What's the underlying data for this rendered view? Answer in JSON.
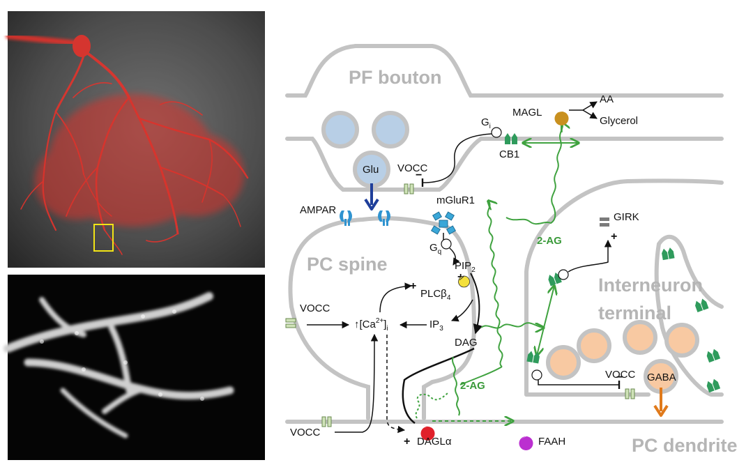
{
  "regions": {
    "pf_bouton": "PF bouton",
    "pc_spine": "PC spine",
    "interneuron_line1": "Interneuron",
    "interneuron_line2": "terminal",
    "pc_dendrite": "PC dendrite"
  },
  "labels": {
    "glu": "Glu",
    "vocc": "VOCC",
    "ampar": "AMPAR",
    "mglur1": "mGluR1",
    "gq": "G",
    "gq_sub": "q",
    "gi": "G",
    "gi_sub": "i",
    "cb1": "CB1",
    "magl": "MAGL",
    "aa": "AA",
    "glycerol": "Glycerol",
    "pip": "PIP",
    "pip_sub": "2",
    "plc": "PLCβ",
    "plc_sub": "4",
    "ca_pre": "↑[Ca",
    "ca_sup": "2+",
    "ca_post": "]",
    "ca_sub": "i",
    "ip": "IP",
    "ip_sub": "3",
    "dag": "DAG",
    "dagl": "DAGLα",
    "two_ag": "2-AG",
    "girk": "GIRK",
    "gaba": "GABA",
    "faah": "FAAH",
    "plus": "+",
    "minus": "−"
  },
  "colors": {
    "membrane": "#c3c3c3",
    "vesicle_blue": "#b8cfe6",
    "vesicle_peach": "#f8c9a2",
    "ampar": "#2f93d0",
    "mglur": "#3aa7d8",
    "cb1": "#2f9b5c",
    "magl": "#c8901f",
    "plc": "#f4e03b",
    "dagl": "#e0202a",
    "faah": "#bb2fd0",
    "vocc": "#cfe2b8",
    "girk": "#7b7b7b",
    "two_ag": "#3fa23f",
    "glu_arrow": "#1f3f9a",
    "gaba_arrow": "#e07a1b"
  }
}
